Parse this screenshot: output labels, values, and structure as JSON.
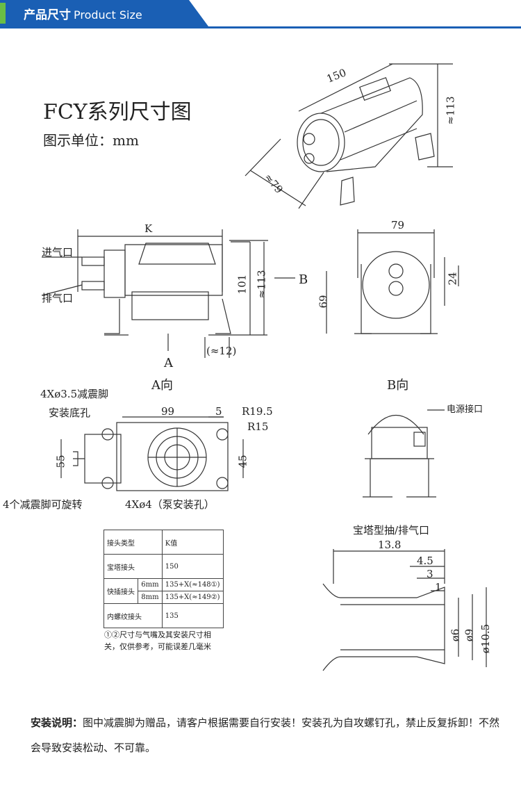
{
  "header": {
    "title_cn": "产品尺寸",
    "title_en": "Product Size"
  },
  "title": "FCY系列尺寸图",
  "unit": "图示单位：mm",
  "iso_dims": {
    "length": "150",
    "height": "≈113",
    "width": "≈79"
  },
  "side_view": {
    "k": "K",
    "inlet": "进气口",
    "outlet": "排气口",
    "h101": "101",
    "h113": "≈113",
    "b": "B",
    "a": "A",
    "foot": "(≈12)"
  },
  "front_view": {
    "w79": "79",
    "h69": "69",
    "h24": "24"
  },
  "bottom_view": {
    "label": "A向",
    "feet": "4Xø3.5减震脚",
    "base": "安装底孔",
    "d99": "99",
    "d5": "5",
    "r195": "R19.5",
    "r15": "R15",
    "h55": "55",
    "h45": "45",
    "rotate": "4个减震脚可旋转",
    "holes": "4Xø4（泵安装孔）"
  },
  "back_view": {
    "label": "B向",
    "power": "电源接口"
  },
  "connector": {
    "label": "宝塔型抽/排气口",
    "d138": "13.8",
    "d45": "4.5",
    "d3": "3",
    "d1": "1",
    "phi6": "ø6",
    "phi9": "ø9",
    "phi105": "ø10.5"
  },
  "table": {
    "header": [
      "接头类型",
      "K值"
    ],
    "rows": [
      [
        "宝塔接头",
        "",
        "150"
      ],
      [
        "快插接头",
        "6mm",
        "135+X(≈148①)"
      ],
      [
        "",
        "8mm",
        "135+X(≈149②)"
      ],
      [
        "内螺纹接头",
        "",
        "135"
      ]
    ]
  },
  "note": "①②尺寸与气嘴及其安装尺寸相关，仅供参考，可能误差几毫米",
  "install": {
    "label": "安装说明：",
    "text": "图中减震脚为赠品，请客户根据需要自行安装！安装孔为自攻螺钉孔，禁止反复拆卸！不然会导致安装松动、不可靠。"
  }
}
